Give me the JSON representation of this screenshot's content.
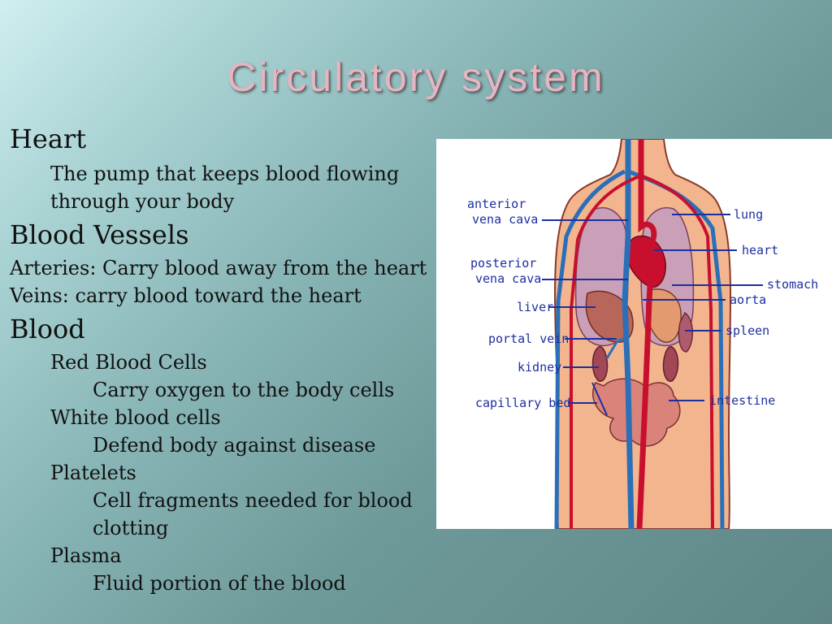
{
  "slide": {
    "title": "Circulatory system",
    "bullets": {
      "heart": "Heart",
      "heart_desc_1": "The pump that keeps blood flowing",
      "heart_desc_2": "through your body",
      "vessels": "Blood Vessels",
      "arteries": "Arteries: Carry blood away from the heart",
      "veins": "Veins: carry blood toward the heart",
      "blood": "Blood",
      "rbc": "Red Blood Cells",
      "rbc_desc": "Carry oxygen to the body cells",
      "wbc": "White blood cells",
      "wbc_desc": "Defend body against disease",
      "platelets": "Platelets",
      "platelets_desc_1": "Cell fragments needed for blood",
      "platelets_desc_2": "clotting",
      "plasma": "Plasma",
      "plasma_desc": "Fluid portion of the blood"
    }
  },
  "diagram": {
    "labels": {
      "anterior_vena_cava_1": "anterior",
      "anterior_vena_cava_2": "vena cava",
      "posterior_vena_cava_1": "posterior",
      "posterior_vena_cava_2": "vena cava",
      "liver": "liver",
      "portal_vein": "portal vein",
      "kidney": "kidney",
      "capillary_bed": "capillary bed",
      "lung": "lung",
      "heart": "heart",
      "stomach": "stomach",
      "aorta": "aorta",
      "spleen": "spleen",
      "intestine": "intestine"
    }
  },
  "colors": {
    "title": "#e3b6c2",
    "label_text": "#1d2fa0",
    "skin": "#f3b58e",
    "artery": "#c8102e",
    "vein": "#2a6fb8"
  }
}
